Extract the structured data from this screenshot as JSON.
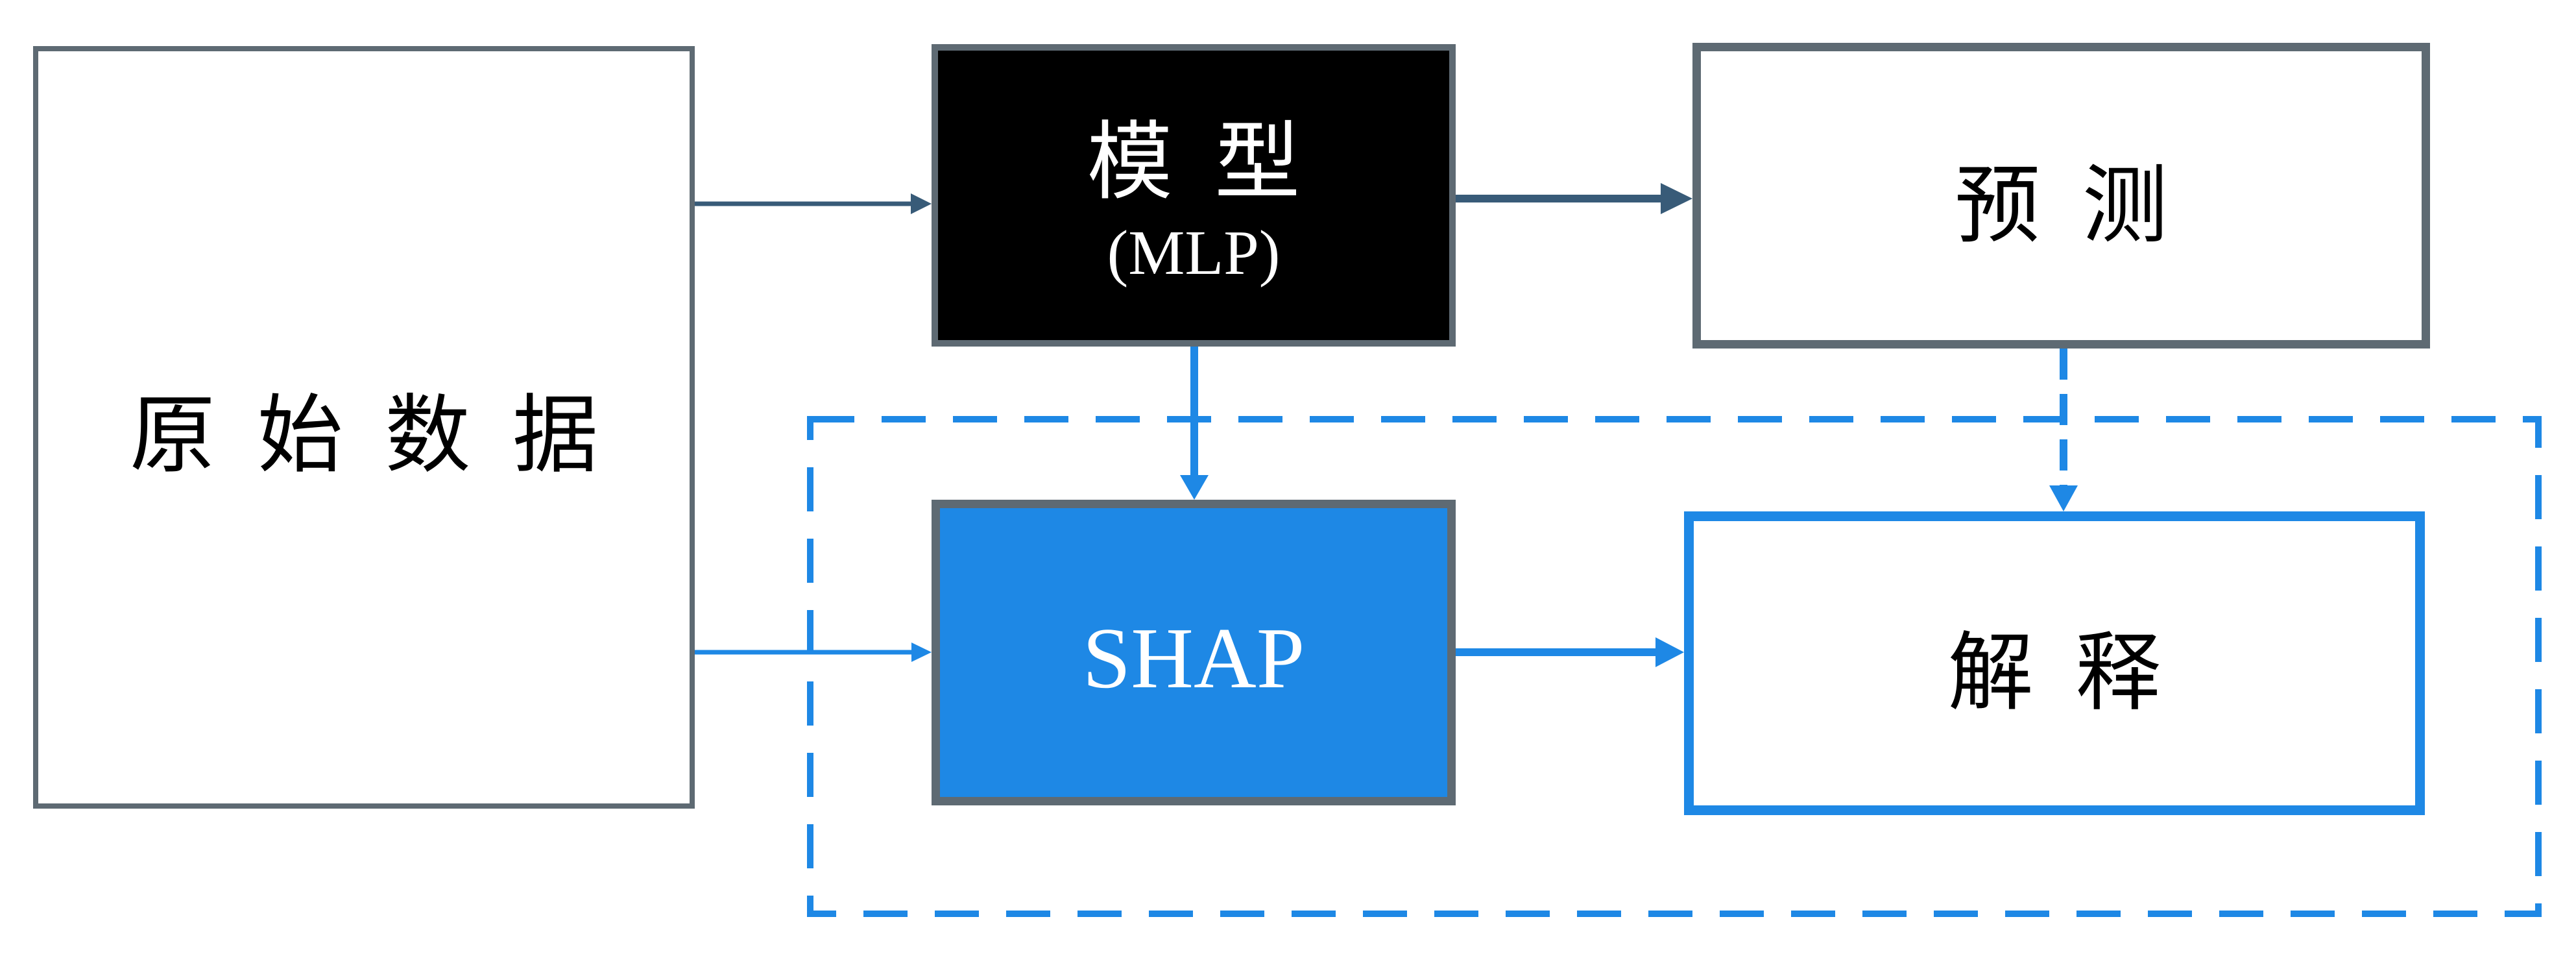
{
  "nodes": {
    "raw_data": {
      "label": "原 始 数 据"
    },
    "model": {
      "label": "模 型",
      "sublabel": "(MLP)"
    },
    "prediction": {
      "label": "预 测"
    },
    "shap": {
      "label": "SHAP"
    },
    "explanation": {
      "label": "解 释"
    }
  },
  "colors": {
    "box_border_grey": "#5e6a73",
    "model_fill": "#000000",
    "accent_blue": "#1e88e5",
    "arrow_dark": "#385b78",
    "background": "#ffffff"
  }
}
